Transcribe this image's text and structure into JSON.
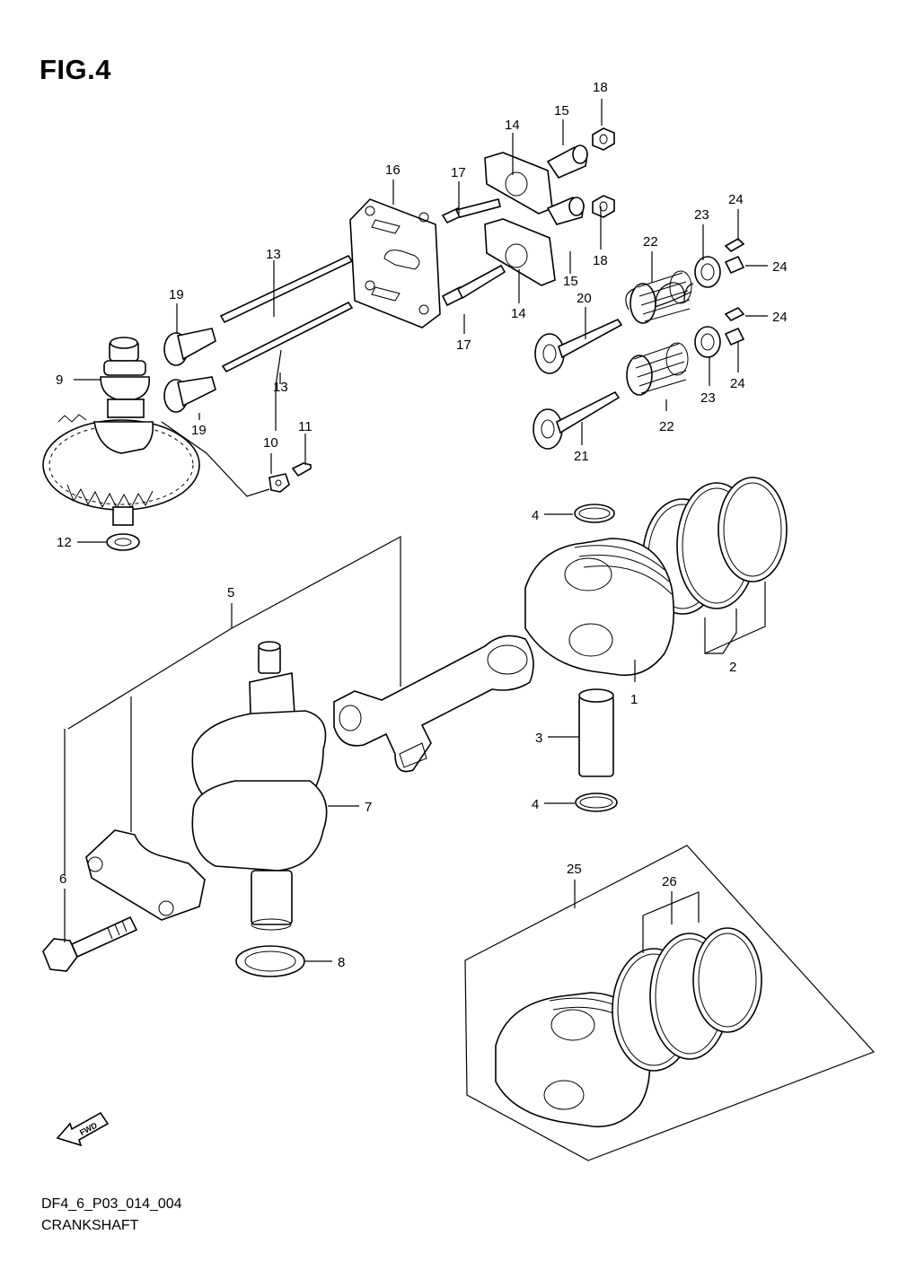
{
  "figure": {
    "title": "FIG.4"
  },
  "footer": {
    "code": "DF4_6_P03_014_004",
    "name": "CRANKSHAFT"
  },
  "fwd_label": "FWD",
  "callouts": [
    "1",
    "2",
    "3",
    "4",
    "4",
    "5",
    "6",
    "7",
    "8",
    "9",
    "10",
    "11",
    "12",
    "13",
    "13",
    "14",
    "14",
    "15",
    "15",
    "16",
    "17",
    "17",
    "18",
    "18",
    "19",
    "19",
    "20",
    "21",
    "22",
    "22",
    "23",
    "23",
    "24",
    "24",
    "24",
    "24",
    "25",
    "26"
  ]
}
